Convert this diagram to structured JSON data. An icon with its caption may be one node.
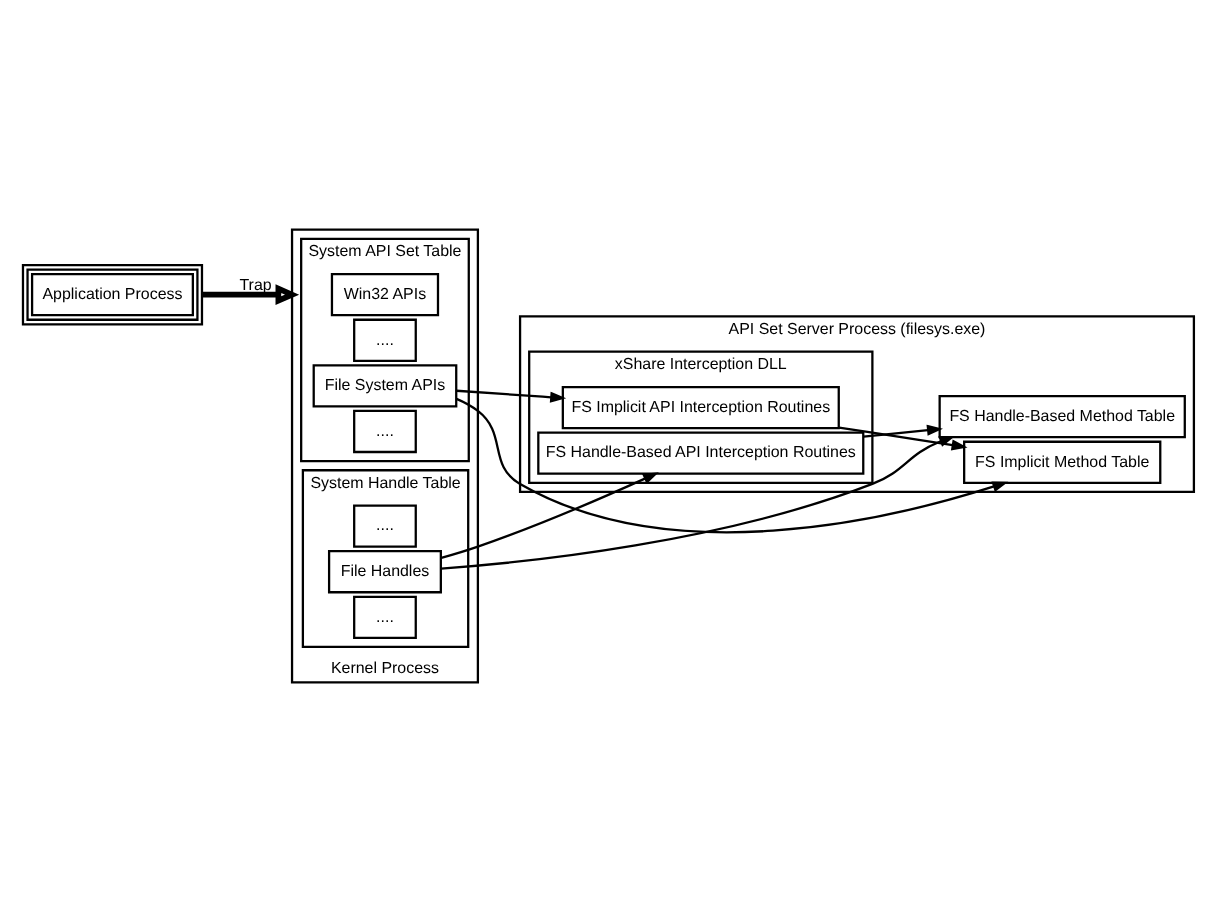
{
  "diagram": {
    "nodes": [
      {
        "text": [
          "Application Process"
        ]
      },
      {
        "text": [
          "Kernel Process"
        ]
      },
      {
        "text": [
          "System API Set Table"
        ],
        "in": 1
      },
      {
        "text": [
          "Win32 APIs"
        ],
        "in": 2
      },
      {
        "text": [
          "...."
        ],
        "in": 2
      },
      {
        "text": [
          "File System APIs"
        ],
        "in": 2
      },
      {
        "text": [
          "...."
        ],
        "in": 2
      },
      {
        "text": [
          "System Handle Table"
        ],
        "in": 1
      },
      {
        "text": [
          "...."
        ],
        "in": 7
      },
      {
        "text": [
          "File Handles"
        ],
        "in": 7
      },
      {
        "text": [
          "...."
        ],
        "in": 7
      },
      {
        "text": [
          "API Set Server Process (filesys.exe)"
        ]
      },
      {
        "text": [
          "FS Implicit Method Table"
        ],
        "in": 11
      },
      {
        "text": [
          "FS Handle-Based Method Table"
        ],
        "in": 11
      },
      {
        "text": [
          "xShare Interception DLL"
        ],
        "in": 11
      },
      {
        "text": [
          "FS Implicit API Interception Routines"
        ],
        "in": 14
      },
      {
        "text": [
          "FS Handle-Based API Interception Routines"
        ],
        "in": 14
      }
    ],
    "edges": [
      {
        "from": 0,
        "to": 1,
        "arrow": "to",
        "label": "Trap",
        "style": "thick"
      },
      {
        "from": 5,
        "to": 12,
        "arrow": "to"
      },
      {
        "from": 9,
        "to": 13,
        "arrow": "to"
      },
      {
        "from": 5,
        "to": 15,
        "arrow": "to"
      },
      {
        "from": 9,
        "to": 16,
        "arrow": "to"
      },
      {
        "from": 15,
        "to": 12,
        "arrow": "to"
      },
      {
        "from": 16,
        "to": 13,
        "arrow": "to"
      }
    ]
  }
}
